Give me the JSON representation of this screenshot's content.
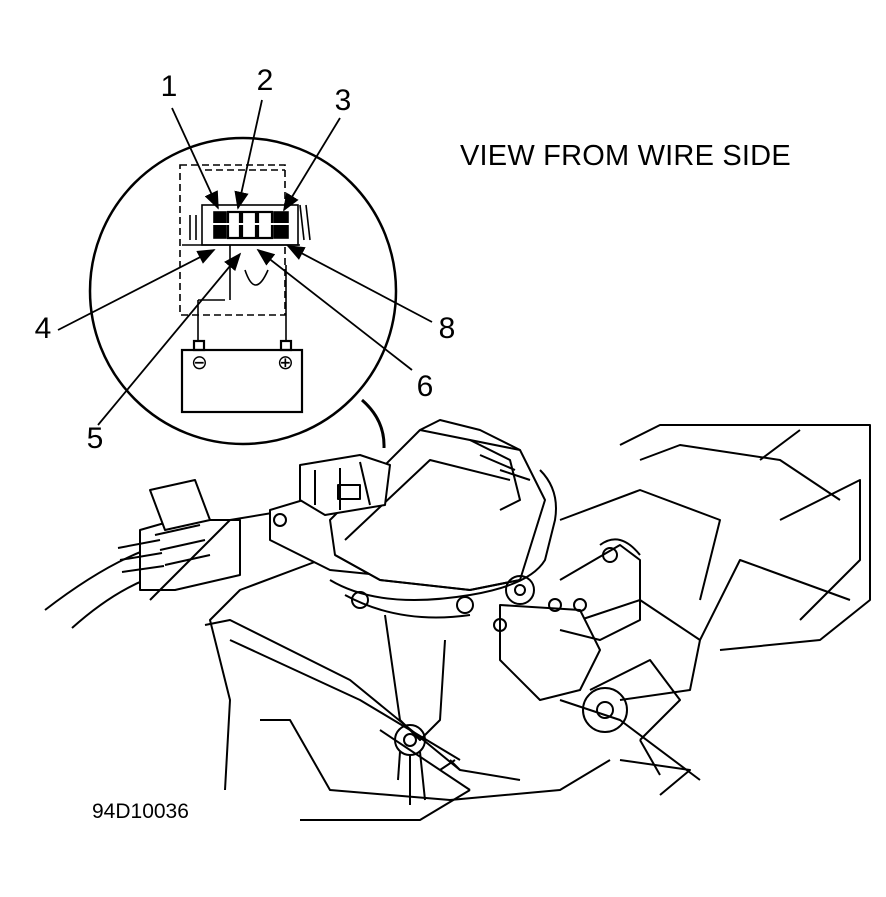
{
  "heading": "VIEW FROM WIRE SIDE",
  "figure_id": "94D10036",
  "callouts": [
    "1",
    "2",
    "3",
    "4",
    "5",
    "6",
    "8"
  ],
  "battery": {
    "negative_symbol": "⊖",
    "positive_symbol": "⊕"
  }
}
